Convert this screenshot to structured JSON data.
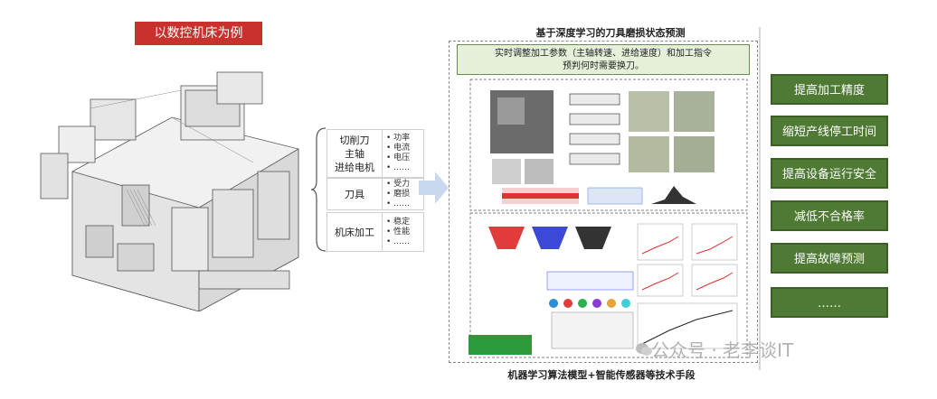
{
  "left_title": "以数控机床为例",
  "factors": [
    {
      "label_lines": [
        "切削刀",
        "主轴",
        "进给电机"
      ],
      "items": [
        "功率",
        "电流",
        "电压",
        "……"
      ]
    },
    {
      "label_lines": [
        "刀具"
      ],
      "items": [
        "受力",
        "磨损",
        "……"
      ]
    },
    {
      "label_lines": [
        "机床加工"
      ],
      "items": [
        "稳定",
        "性能",
        "……"
      ]
    }
  ],
  "center": {
    "title": "基于深度学习的刀具磨损状态预测",
    "note_line1": "实时调整加工参数（主轴转速、进给速度）和加工指令",
    "note_line2": "预判何时需要换刀。",
    "caption": "机器学习算法模型+智能传感器等技术手段"
  },
  "benefits": [
    "提高加工精度",
    "缩短产线停工时间",
    "提高设备运行安全",
    "减低不合格率",
    "提高故障预测",
    "……"
  ],
  "watermark": "公众号 · 老李谈IT",
  "colors": {
    "red": "#c8322d",
    "green": "#4e7a33",
    "note_bg": "#e6f0d8"
  }
}
